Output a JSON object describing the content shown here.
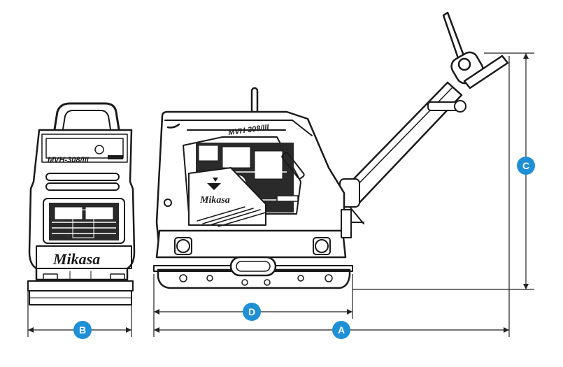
{
  "front_view": {
    "brand_text": "Mikasa",
    "model_text": "MVH-308/III"
  },
  "side_view": {
    "brand_text": "Mikasa",
    "model_text": "MVH-308/III"
  },
  "dimensions": {
    "A": "A",
    "B": "B",
    "C": "C",
    "D": "D"
  },
  "colors": {
    "badge": "#1f8fd6",
    "line": "#1a1a1a"
  }
}
